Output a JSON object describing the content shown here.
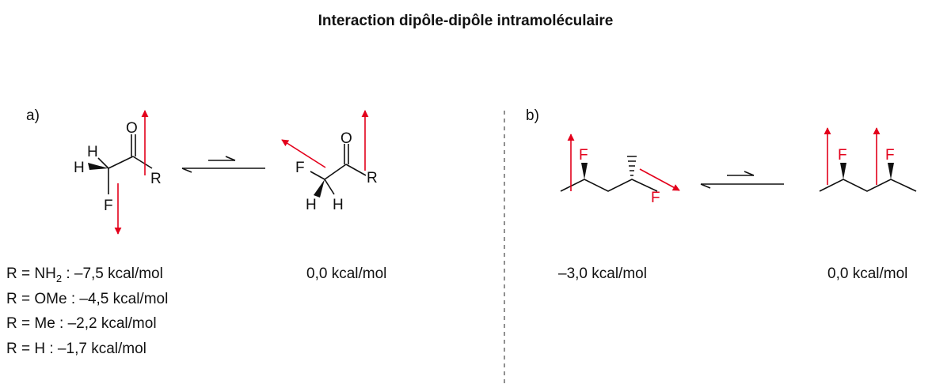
{
  "title": "Interaction dipôle-dipôle intramoléculaire",
  "colors": {
    "dipole": "#e3001b",
    "bond": "#111111",
    "divider": "#555555"
  },
  "panel_a": {
    "label": "a)",
    "atoms": {
      "H": "H",
      "F": "F",
      "O": "O",
      "R": "R"
    },
    "energies": [
      {
        "prefix": "R = NH",
        "sub": "2",
        "suffix": " : –7,5 kcal/mol"
      },
      {
        "prefix": "R = OMe : –4,5 kcal/mol",
        "sub": "",
        "suffix": ""
      },
      {
        "prefix": "R  =  Me  :  –2,2  kcal/mol",
        "sub": "",
        "suffix": ""
      },
      {
        "prefix": "R = H : –1,7 kcal/mol",
        "sub": "",
        "suffix": ""
      }
    ],
    "right_energy": "0,0 kcal/mol"
  },
  "panel_b": {
    "label": "b)",
    "atoms": {
      "F": "F"
    },
    "left_energy": "–3,0 kcal/mol",
    "right_energy": "0,0 kcal/mol"
  }
}
